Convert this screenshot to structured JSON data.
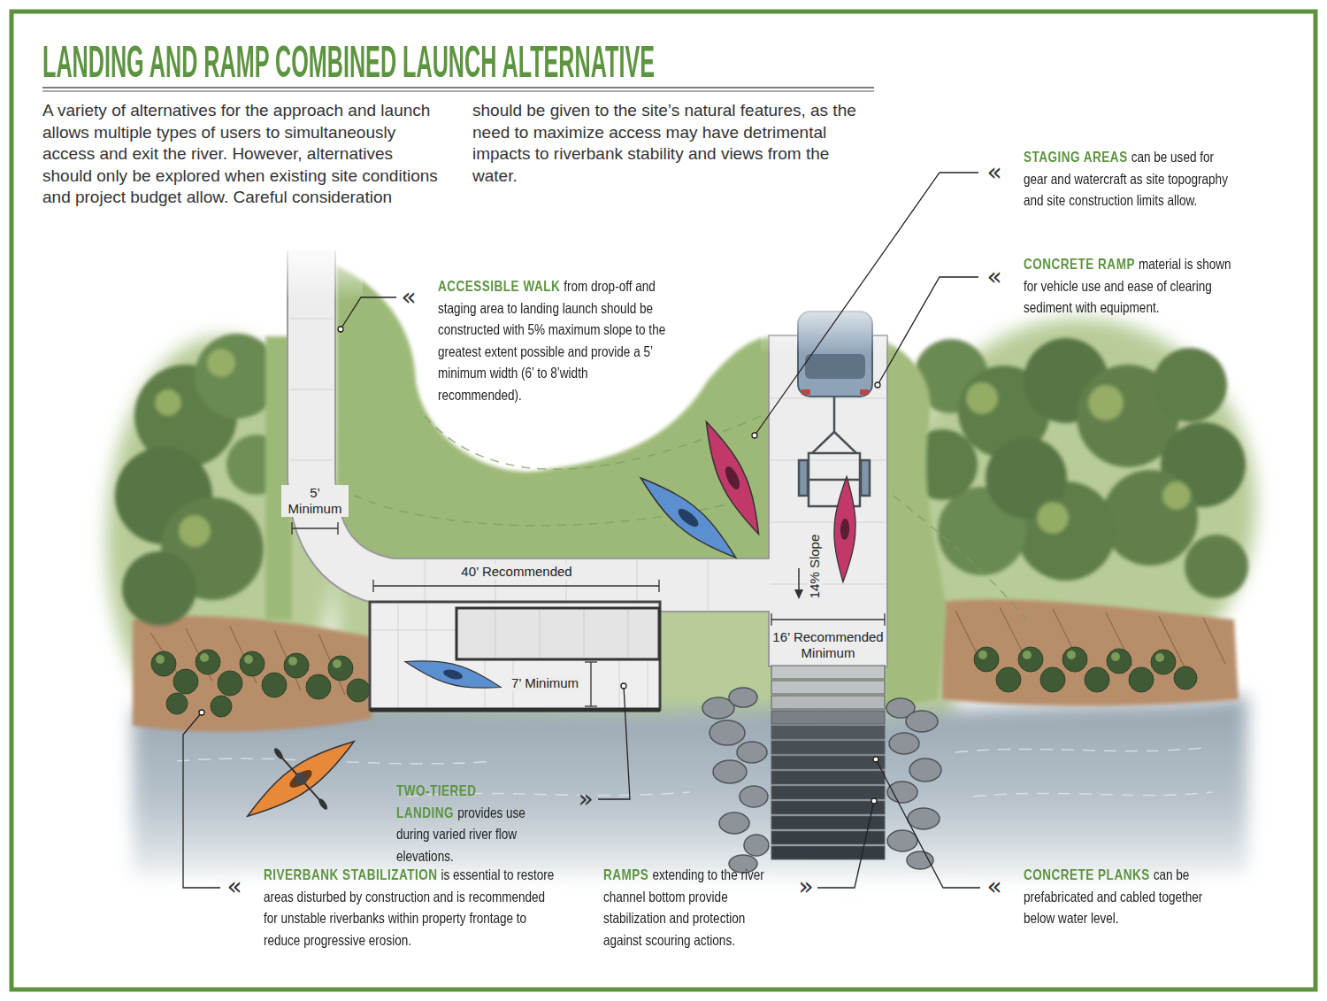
{
  "diagram": {
    "title": "LANDING AND RAMP COMBINED LAUNCH ALTERNATIVE",
    "caption": "A variety of alternatives for the approach and launch allows multiple types of users to simultaneously access and exit the river. However, alternatives should only be explored when existing site conditions and project budget allow. Careful consideration should be given to the site’s natural features, as the need to maximize access may have detrimental impacts to riverbank stability and views from the water.",
    "labels": [
      "«",
      "STAGING AREAS",
      "can be used for gear and watercraft as site topography and site construction limits allow.",
      "«",
      "CONCRETE RAMP",
      "material is shown for vehicle use and ease of clearing sediment with equipment.",
      "«",
      "ACCESSIBLE WALK",
      "from drop-off and staging area to landing launch should be constructed with 5% maximum slope to the greatest extent possible and provide a 5’ minimum width (6’ to 8’width recommended).",
      "5’ Minimum",
      "40’ Recommended",
      "14% Slope",
      "16’ Recommended Minimum",
      "7’ Minimum",
      "TWO-TIERED LANDING",
      "provides use during varied river flow elevations.",
      "»",
      "«",
      "RIVERBANK STABILIZATION",
      "is essential to restore areas disturbed by construction and is recommended for unstable riverbanks within property frontage to reduce progressive erosion.",
      "RAMPS",
      "extending to the river channel bottom provide stabilization and protection against scouring actions.",
      "»",
      "«",
      "CONCRETE PLANKS",
      "can be prefabricated and cabled together below water level."
    ]
  }
}
